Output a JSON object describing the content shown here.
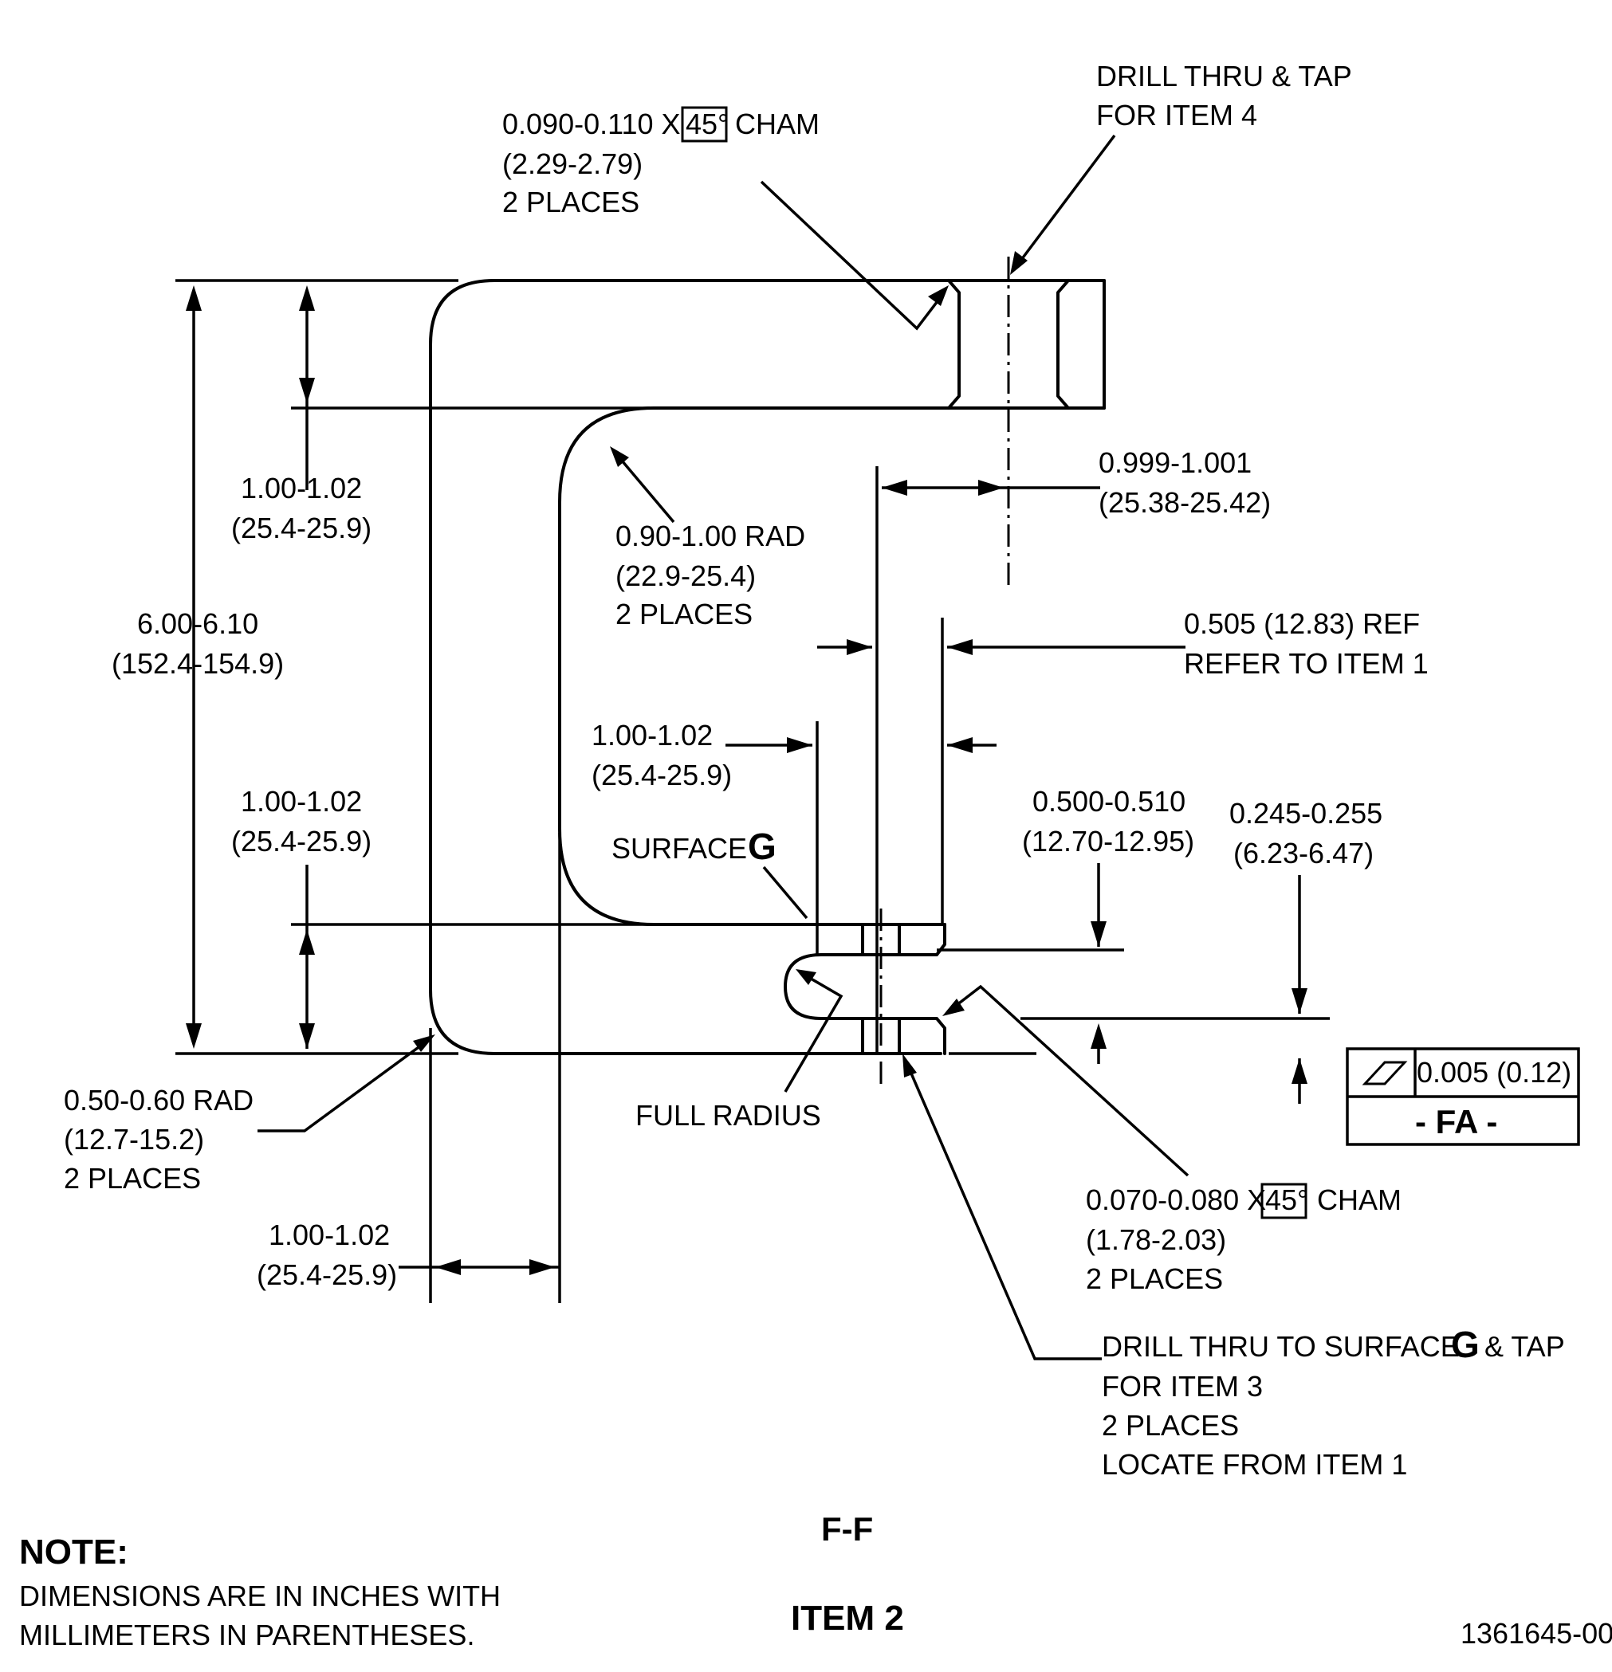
{
  "drawing": {
    "view_label": "F-F",
    "item_label": "ITEM 2",
    "drawing_number": "1361645-00",
    "note": {
      "title": "NOTE:",
      "lines": [
        "DIMENSIONS ARE IN INCHES WITH",
        "MILLIMETERS IN PARENTHESES."
      ]
    },
    "callouts": {
      "cham_top": {
        "value_prefix": "0.090-0.110 X",
        "boxed": "45°",
        "value_suffix": "CHAM",
        "metric": "(2.29-2.79)",
        "qty": "2 PLACES"
      },
      "drill_item4": {
        "line1": "DRILL THRU & TAP",
        "line2": "FOR ITEM 4"
      },
      "dim_top_flange": {
        "value": "1.00-1.02",
        "metric": "(25.4-25.9)"
      },
      "dim_overall": {
        "value": "6.00-6.10",
        "metric": "(152.4-154.9)"
      },
      "rad_inner": {
        "value": "0.90-1.00 RAD",
        "metric": "(22.9-25.4)",
        "qty": "2 PLACES"
      },
      "dim_hole_offset": {
        "value": "0.999-1.001",
        "metric": "(25.38-25.42)"
      },
      "ref_505": {
        "value": "0.505 (12.83) REF",
        "note": "REFER TO ITEM 1"
      },
      "dim_mid": {
        "value": "1.00-1.02",
        "metric": "(25.4-25.9)"
      },
      "dim_bottom_flange": {
        "value": "1.00-1.02",
        "metric": "(25.4-25.9)"
      },
      "surface_g": {
        "text": "SURFACE",
        "letter": "G"
      },
      "dim_500": {
        "value": "0.500-0.510",
        "metric": "(12.70-12.95)"
      },
      "dim_245": {
        "value": "0.245-0.255",
        "metric": "(6.23-6.47)"
      },
      "flatness": {
        "tolerance": "0.005 (0.12)",
        "datum": "- FA -"
      },
      "rad_outer": {
        "value": "0.50-0.60 RAD",
        "metric": "(12.7-15.2)",
        "qty": "2 PLACES"
      },
      "full_radius": {
        "text": "FULL RADIUS"
      },
      "cham_bottom": {
        "value_prefix": "0.070-0.080 X",
        "boxed": "45°",
        "value_suffix": "CHAM",
        "metric": "(1.78-2.03)",
        "qty": "2 PLACES"
      },
      "dim_web": {
        "value": "1.00-1.02",
        "metric": "(25.4-25.9)"
      },
      "drill_item3": {
        "line1_prefix": "DRILL THRU TO SURFACE",
        "line1_letter": "G",
        "line1_suffix": "& TAP",
        "line2": "FOR ITEM 3",
        "line3": "2 PLACES",
        "line4": "LOCATE FROM ITEM 1"
      }
    }
  }
}
